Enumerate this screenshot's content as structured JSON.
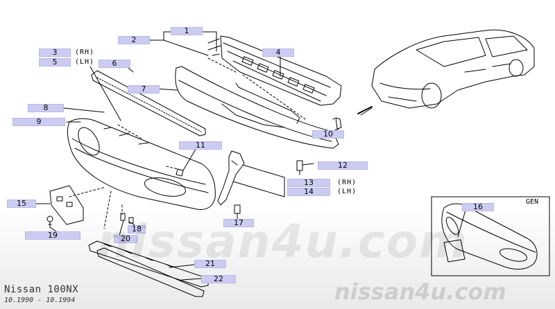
{
  "diagram": {
    "model": "Nissan 100NX",
    "date_range": "10.1990 - 10.1994",
    "watermark": "nissan4u.com",
    "inset_tag": "GEN",
    "side_rh": "(RH)",
    "side_lh": "(LH)"
  },
  "labels": [
    {
      "id": "1",
      "num": "1"
    },
    {
      "id": "2",
      "num": "2"
    },
    {
      "id": "3",
      "num": "3"
    },
    {
      "id": "4",
      "num": "4"
    },
    {
      "id": "5",
      "num": "5"
    },
    {
      "id": "6",
      "num": "6"
    },
    {
      "id": "7",
      "num": "7"
    },
    {
      "id": "8",
      "num": "8"
    },
    {
      "id": "9",
      "num": "9"
    },
    {
      "id": "10",
      "num": "10"
    },
    {
      "id": "11",
      "num": "11"
    },
    {
      "id": "12",
      "num": "12"
    },
    {
      "id": "13",
      "num": "13"
    },
    {
      "id": "14",
      "num": "14"
    },
    {
      "id": "15",
      "num": "15"
    },
    {
      "id": "16",
      "num": "16"
    },
    {
      "id": "17",
      "num": "17"
    },
    {
      "id": "18",
      "num": "18"
    },
    {
      "id": "19",
      "num": "19"
    },
    {
      "id": "20",
      "num": "20"
    },
    {
      "id": "21",
      "num": "21"
    },
    {
      "id": "22",
      "num": "22"
    }
  ]
}
